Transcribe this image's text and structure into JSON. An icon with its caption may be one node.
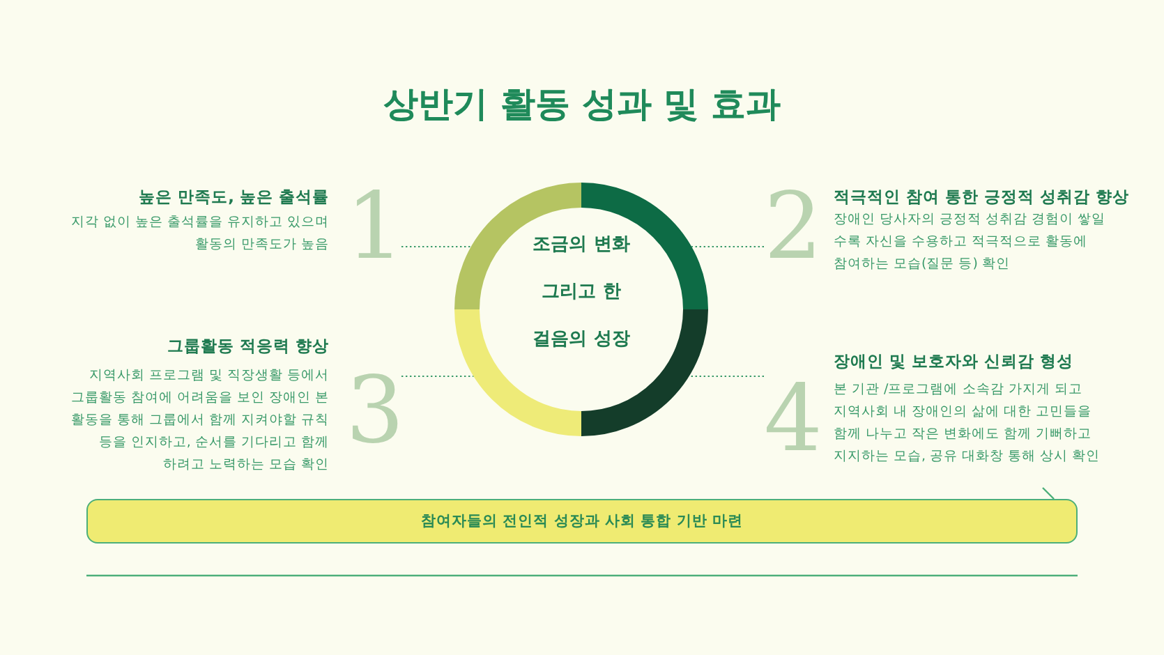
{
  "diagram": {
    "title": "상반기 활동 성과 및 효과",
    "nodes": [
      {
        "text": [
          "조금의 변화 그리고 한 걸음의 성장"
        ]
      },
      {
        "text": [
          "높은 만족도, 높은 출석률",
          "지각 없이 높은 출석률을 유지하고 있으며 활동의 만족도가 높음"
        ],
        "beside": [
          "1"
        ]
      },
      {
        "text": [
          "적극적인 참여 통한 긍정적 성취감 향상",
          "장애인 당사자의 긍정적 성취감 경험이 쌓일 수록 자신을 수용하고 적극적으로 활동에 참여하는 모습(질문 등) 확인"
        ],
        "beside": [
          "2"
        ]
      },
      {
        "text": [
          "그룹활동 적응력 향상",
          "지역사회 프로그램 및 직장생활 등에서 그룹활동 참여에 어려움을 보인 장애인 본 활동을 통해 그룹에서 함께 지켜야할 규칙 등을 인지하고, 순서를 기다리고 함께 하려고 노력하는 모습 확인"
        ],
        "beside": [
          "3"
        ]
      },
      {
        "text": [
          "장애인 및 보호자와 신뢰감 형성",
          "본 기관 /프로그램에 소속감 가지게 되고 지역사회 내 장애인의 삶에 대한 고민들을 함께 나누고 작은 변화에도 함께 기뻐하고 지지하는 모습, 공유 대화창 통해 상시 확인"
        ],
        "beside": [
          "4"
        ]
      },
      {
        "text": [
          "참여자들의 전인적 성장과 사회 통합 기반 마련"
        ]
      }
    ],
    "edges": [
      {
        "from": 1,
        "to": 0,
        "arrow": "none",
        "style": "dashed"
      },
      {
        "from": 2,
        "to": 0,
        "arrow": "none",
        "style": "dashed"
      },
      {
        "from": 3,
        "to": 0,
        "arrow": "none",
        "style": "dashed"
      },
      {
        "from": 4,
        "to": 0,
        "arrow": "none",
        "style": "dashed"
      }
    ]
  }
}
